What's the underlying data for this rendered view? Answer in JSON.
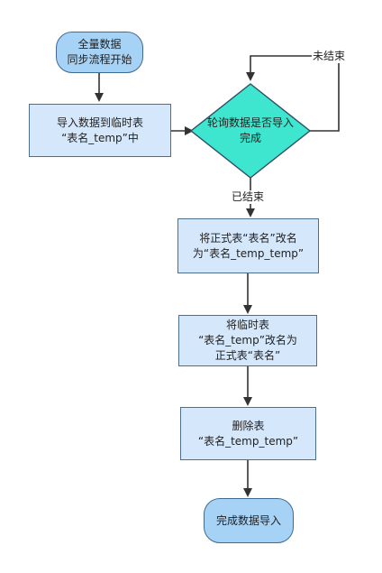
{
  "nodes": {
    "start": "全量数据\n同步流程开始",
    "import": "导入数据到临时表\n“表名_temp”中",
    "check": "轮询数据是否导入\n完成",
    "rename_formal": "将正式表“表名”改名\n为“表名_temp_temp”",
    "rename_temp": "将临时表\n“表名_temp”改名为\n正式表“表名”",
    "delete": "删除表\n“表名_temp_temp”",
    "end": "完成数据导入"
  },
  "edge_labels": {
    "not_finished": "未结束",
    "finished": "已结束"
  },
  "colors": {
    "terminal_fill": "#a6d2f6",
    "process_fill": "#d4e7fb",
    "decision_fill": "#3ee6cf",
    "stroke": "#333333"
  }
}
